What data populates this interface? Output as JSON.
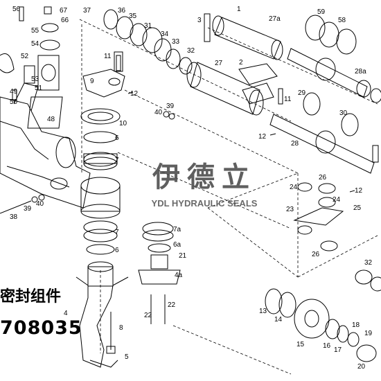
{
  "watermark": {
    "cn": "伊德立",
    "en": "YDL HYDRAULIC SEALS"
  },
  "side_text": {
    "title": "密封组件",
    "code": "708035"
  },
  "callouts": {
    "c56": "56",
    "c67": "67",
    "c66": "66",
    "c55": "55",
    "c54": "54",
    "c52": "52",
    "c53": "53",
    "c51": "51",
    "c49": "49",
    "c50": "50",
    "c48": "48",
    "c37": "37",
    "c36": "36",
    "c35": "35",
    "c31": "31",
    "c34": "34",
    "c33": "33",
    "c32a": "32",
    "c11a": "11",
    "c9": "9",
    "c12a": "12",
    "c10": "10",
    "c40a": "40",
    "c39a": "39",
    "c6a": "6",
    "c7a": "7",
    "c3": "3",
    "c1": "1",
    "c27a": "27a",
    "c27": "27",
    "c2": "2",
    "c59": "59",
    "c58": "58",
    "c28a": "28a",
    "c29": "29",
    "c11b": "11",
    "c30": "30",
    "c12b": "12",
    "c28": "28",
    "c26a": "26",
    "c24a": "24",
    "c24b": "24",
    "c12c": "12",
    "c23": "23",
    "c25": "25",
    "c26b": "26",
    "c32b": "32",
    "c38": "38",
    "c39b": "39",
    "c40b": "40",
    "c7b": "7",
    "c6b": "6",
    "c7c": "7a",
    "c6c": "6a",
    "c21": "21",
    "c4a": "4a",
    "c4": "4",
    "c22a": "22",
    "c22b": "22",
    "c8": "8",
    "c5": "5",
    "c13": "13",
    "c14": "14",
    "c15": "15",
    "c16": "16",
    "c17": "17",
    "c18": "18",
    "c19": "19",
    "c20": "20"
  }
}
